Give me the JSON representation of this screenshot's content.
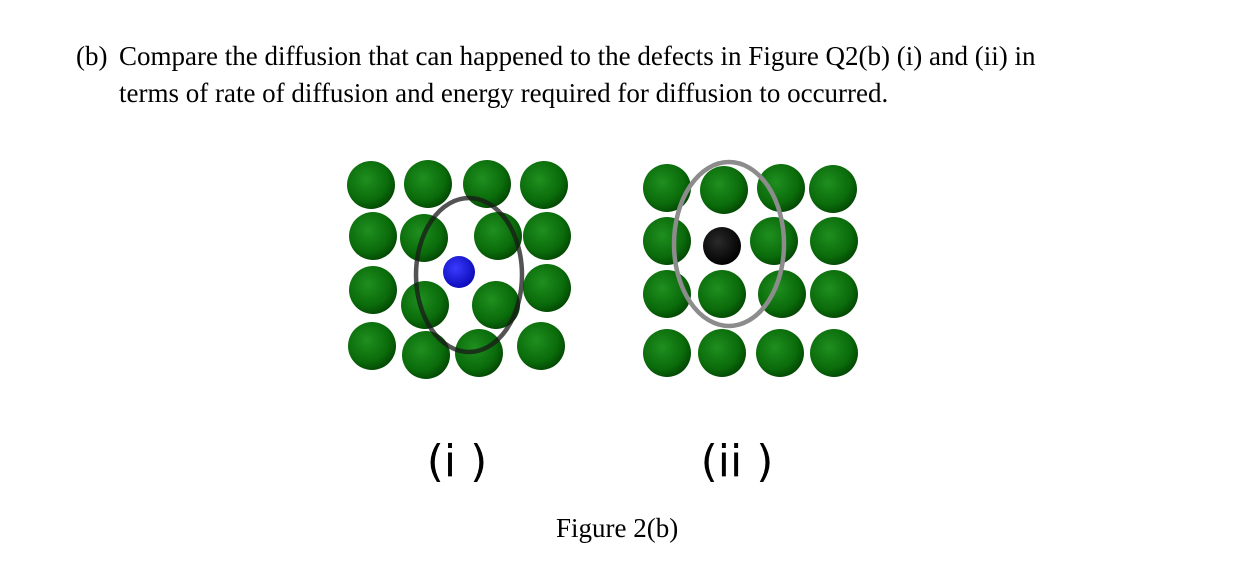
{
  "question": {
    "marker": "(b)",
    "line1": "Compare the diffusion that can happened to the defects in Figure Q2(b) (i) and (ii) in",
    "line2": "terms of rate of diffusion and energy required for diffusion to occurred."
  },
  "figure": {
    "caption": "Figure 2(b)",
    "panels": [
      {
        "label": "(i )",
        "defect": "interstitial atom",
        "host_color": "#0a6b0a",
        "defect_color": "#1212e0"
      },
      {
        "label": "(ii )",
        "defect": "substitutional atom",
        "host_color": "#0a6b0a",
        "defect_color": "#050505"
      }
    ]
  }
}
